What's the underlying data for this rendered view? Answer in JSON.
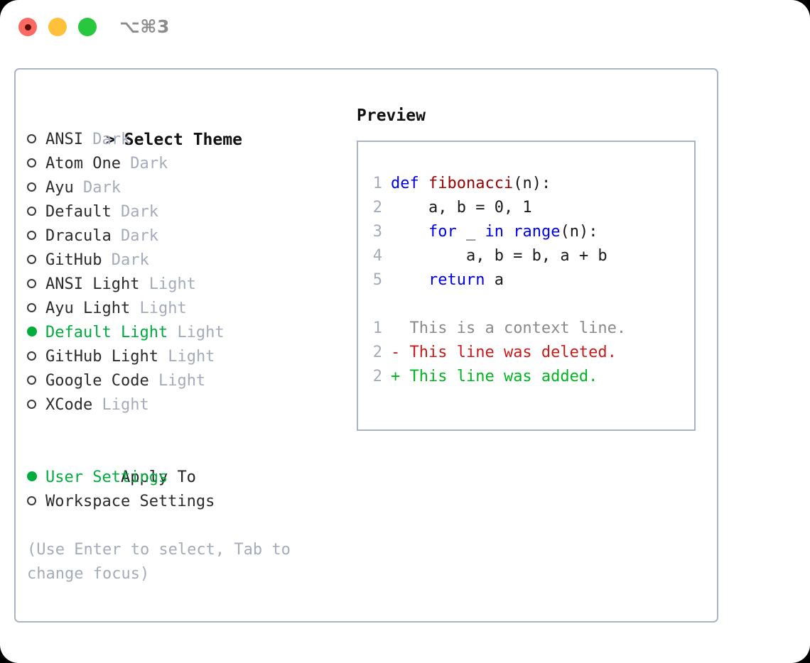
{
  "window": {
    "title_shortcut": "⌥⌘3",
    "traffic_lights": [
      {
        "name": "close",
        "color": "#fb6a62"
      },
      {
        "name": "minimize",
        "color": "#ffc03a"
      },
      {
        "name": "maximize",
        "color": "#27c83e"
      }
    ]
  },
  "theme_picker": {
    "header_marker": ">",
    "header": "Select Theme",
    "unselected_marker": "o",
    "selected_marker": "●",
    "themes": [
      {
        "name": "ANSI",
        "category": "Dark",
        "selected": false
      },
      {
        "name": "Atom One",
        "category": "Dark",
        "selected": false
      },
      {
        "name": "Ayu",
        "category": "Dark",
        "selected": false
      },
      {
        "name": "Default",
        "category": "Dark",
        "selected": false
      },
      {
        "name": "Dracula",
        "category": "Dark",
        "selected": false
      },
      {
        "name": "GitHub",
        "category": "Dark",
        "selected": false
      },
      {
        "name": "ANSI Light",
        "category": "Light",
        "selected": false
      },
      {
        "name": "Ayu Light",
        "category": "Light",
        "selected": false
      },
      {
        "name": "Default Light",
        "category": "Light",
        "selected": true
      },
      {
        "name": "GitHub Light",
        "category": "Light",
        "selected": false
      },
      {
        "name": "Google Code",
        "category": "Light",
        "selected": false
      },
      {
        "name": "XCode",
        "category": "Light",
        "selected": false
      }
    ]
  },
  "apply_to": {
    "label": "Apply To",
    "options": [
      {
        "label": "User Settings",
        "selected": true
      },
      {
        "label": "Workspace Settings",
        "selected": false
      }
    ]
  },
  "hint": "(Use Enter to select, Tab to change focus)",
  "preview": {
    "title": "Preview",
    "code_lines": [
      {
        "number": "1",
        "tokens": [
          {
            "text": "def ",
            "type": "kw"
          },
          {
            "text": "fibonacci",
            "type": "fn"
          },
          {
            "text": "(n):",
            "type": "pl"
          }
        ]
      },
      {
        "number": "2",
        "tokens": [
          {
            "text": "    a, b = 0, 1",
            "type": "pl"
          }
        ]
      },
      {
        "number": "3",
        "tokens": [
          {
            "text": "    ",
            "type": "pl"
          },
          {
            "text": "for",
            "type": "kw"
          },
          {
            "text": " _ ",
            "type": "pl"
          },
          {
            "text": "in ",
            "type": "kw"
          },
          {
            "text": "range",
            "type": "kw"
          },
          {
            "text": "(n):",
            "type": "pl"
          }
        ]
      },
      {
        "number": "4",
        "tokens": [
          {
            "text": "        a, b = b, a + b",
            "type": "pl"
          }
        ]
      },
      {
        "number": "5",
        "tokens": [
          {
            "text": "    ",
            "type": "pl"
          },
          {
            "text": "return",
            "type": "kw"
          },
          {
            "text": " a",
            "type": "pl"
          }
        ]
      }
    ],
    "diff_lines": [
      {
        "number": "1",
        "marker": " ",
        "text": " This is a context line.",
        "type": "ctx"
      },
      {
        "number": "2",
        "marker": "-",
        "text": " This line was deleted.",
        "type": "del"
      },
      {
        "number": "2",
        "marker": "+",
        "text": " This line was added.",
        "type": "add"
      }
    ]
  },
  "colors": {
    "accent_green": "#00ad3c",
    "muted_gray": "#a4abba",
    "border": "#a9b3c2",
    "keyword_blue": "#0000f0",
    "function_red": "#9b0000",
    "diff_del_red": "#c81a1a",
    "diff_add_green": "#00b520"
  }
}
